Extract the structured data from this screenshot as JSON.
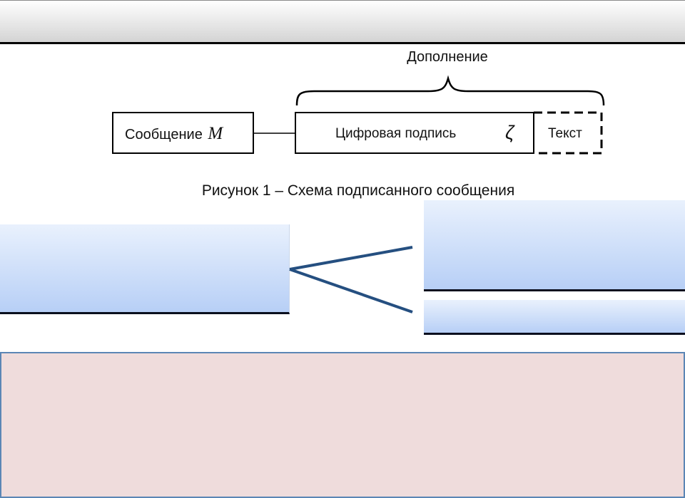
{
  "diagram": {
    "message_label": "Сообщение",
    "message_symbol": "M",
    "signature_label": "Цифровая подпись",
    "signature_symbol": "ζ",
    "text_label": "Текст",
    "addition_label": "Дополнение"
  },
  "caption": "Рисунок 1 – Схема подписанного сообщения"
}
